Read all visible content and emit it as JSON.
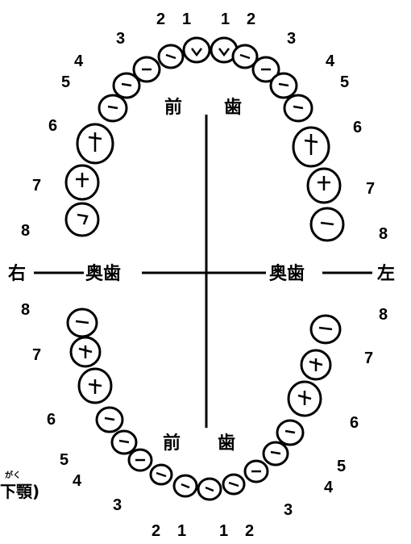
{
  "diagram": {
    "labels": {
      "front_upper": [
        "前",
        "歯"
      ],
      "front_lower": [
        "前",
        "歯"
      ],
      "back_left": "奥歯",
      "back_right": "奥歯",
      "side_right": "右",
      "side_left": "左",
      "jaw_furigana": "がく",
      "jaw_text": "下顎)"
    },
    "upper_numbers": {
      "right": [
        "2",
        "1",
        "3",
        "4",
        "5",
        "6",
        "7",
        "8"
      ],
      "left": [
        "1",
        "2",
        "3",
        "4",
        "5",
        "6",
        "7",
        "8"
      ]
    },
    "lower_numbers": {
      "right": [
        "8",
        "7",
        "6",
        "5",
        "4",
        "3",
        "2",
        "1"
      ],
      "left": [
        "8",
        "7",
        "6",
        "5",
        "4",
        "3",
        "1",
        "2"
      ]
    }
  },
  "colors": {
    "ink": "#000000",
    "paper": "#ffffff"
  }
}
